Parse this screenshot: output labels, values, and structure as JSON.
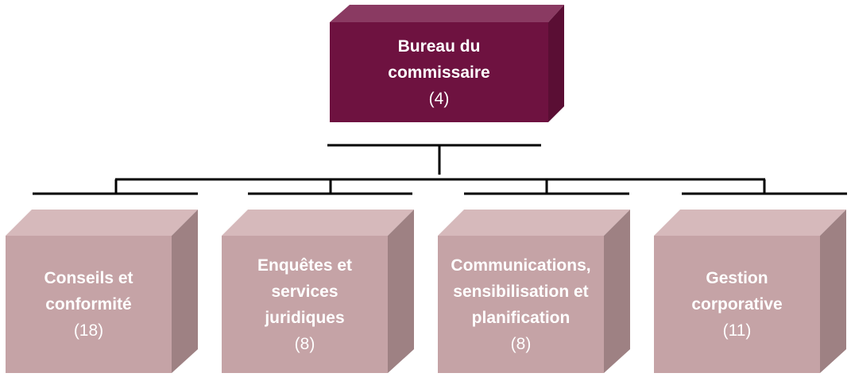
{
  "top_unit": {
    "title_line1": "Bureau du",
    "title_line2": "commissaire",
    "count": "(4)"
  },
  "divisions": [
    {
      "lines": [
        "Conseils et",
        "conformité"
      ],
      "count": "(18)"
    },
    {
      "lines": [
        "Enquêtes et",
        "services",
        "juridiques"
      ],
      "count": "(8)"
    },
    {
      "lines": [
        "Communications,",
        "sensibilisation et",
        "planification"
      ],
      "count": "(8)"
    },
    {
      "lines": [
        "Gestion",
        "corporative"
      ],
      "count": "(11)"
    }
  ],
  "colors": {
    "top_front": "#6e1240",
    "top_top": "#8a3a62",
    "top_side": "#5a0e34",
    "div_front": "#c5a3a6",
    "div_top": "#d6b9bb",
    "div_side": "#9e8183",
    "connector": "#000000"
  }
}
